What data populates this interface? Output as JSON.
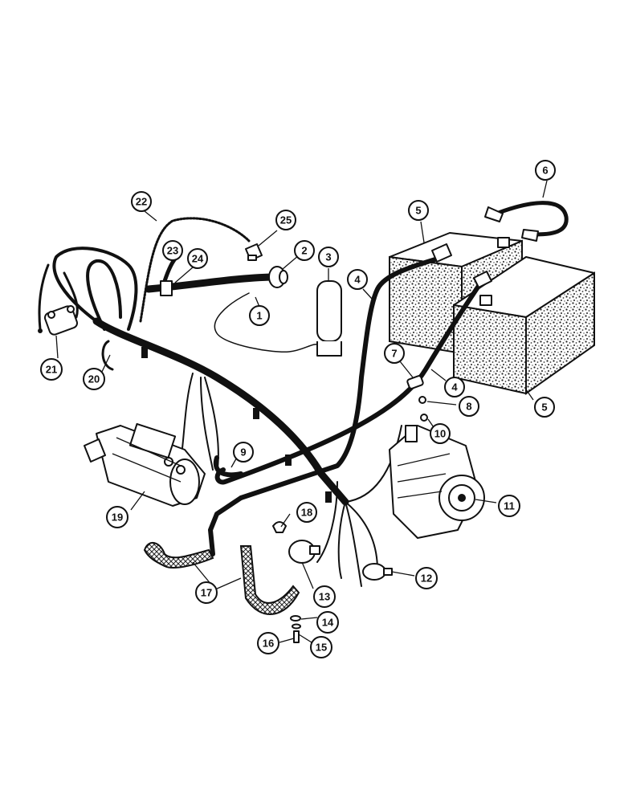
{
  "callouts": [
    {
      "label": "1"
    },
    {
      "label": "2"
    },
    {
      "label": "3"
    },
    {
      "label": "4"
    },
    {
      "label": "4"
    },
    {
      "label": "5"
    },
    {
      "label": "5"
    },
    {
      "label": "6"
    },
    {
      "label": "7"
    },
    {
      "label": "8"
    },
    {
      "label": "9"
    },
    {
      "label": "10"
    },
    {
      "label": "11"
    },
    {
      "label": "12"
    },
    {
      "label": "13"
    },
    {
      "label": "14"
    },
    {
      "label": "15"
    },
    {
      "label": "16"
    },
    {
      "label": "17"
    },
    {
      "label": "18"
    },
    {
      "label": "19"
    },
    {
      "label": "20"
    },
    {
      "label": "21"
    },
    {
      "label": "22"
    },
    {
      "label": "23"
    },
    {
      "label": "24"
    },
    {
      "label": "25"
    }
  ]
}
